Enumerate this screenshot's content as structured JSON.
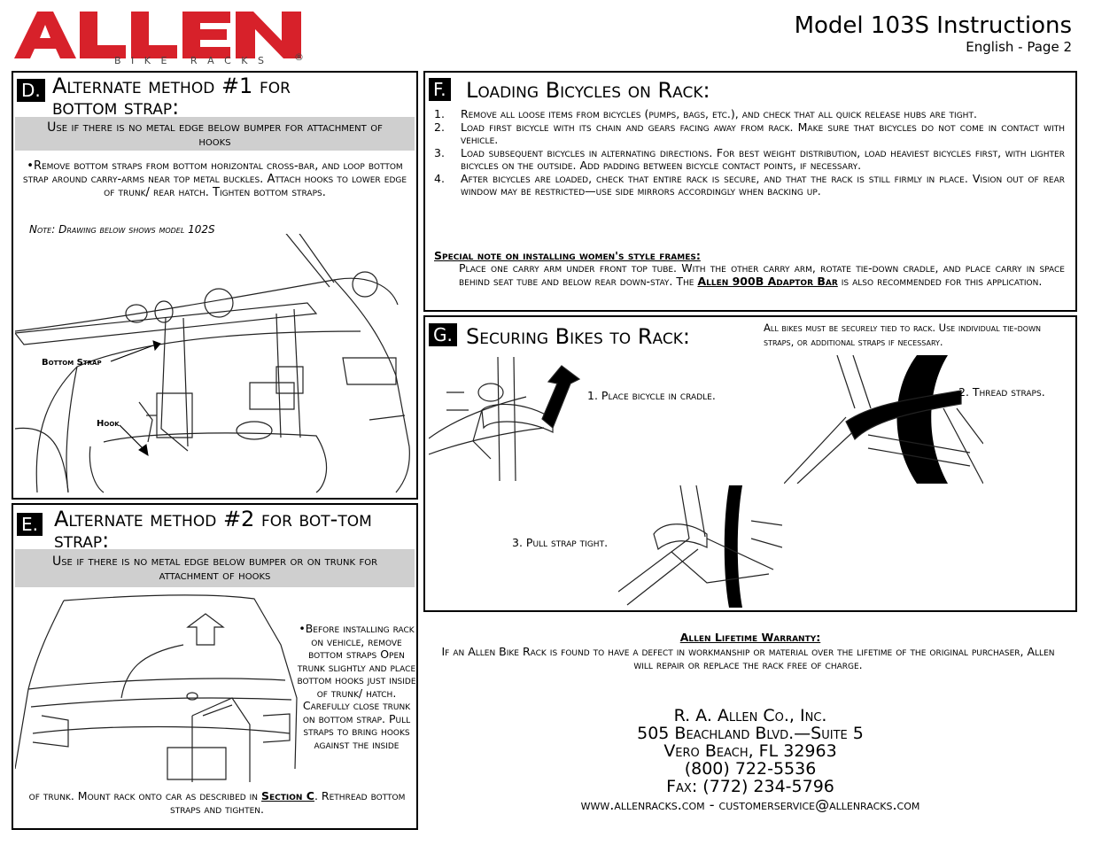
{
  "brand": {
    "name": "ALLEN",
    "tagline": "B I K E   R A C K S",
    "reg": "®",
    "color": "#d7212a"
  },
  "header": {
    "title": "Model 103S Instructions",
    "subtitle": "English - Page 2"
  },
  "section_d": {
    "badge": "D.",
    "title": "Alternate method #1 for bottom strap:",
    "note_bar": "Use if there is no metal edge below bumper for attachment of hooks",
    "body": "•Remove bottom straps from bottom horizontal cross-bar, and loop bottom strap around carry-arms near top metal buckles. Attach hooks to lower edge of trunk/ rear hatch. Tighten bottom straps.",
    "note": "Note: Drawing below shows model 102S",
    "label_strap": "Bottom Strap",
    "label_hook": "Hook"
  },
  "section_e": {
    "badge": "E.",
    "title": "Alternate method #2 for bot-tom strap:",
    "note_bar": "Use if there is no metal edge below bumper or on trunk for attachment of hooks",
    "body_side": "•Before installing rack on vehicle, remove bottom straps Open trunk slightly and place bottom hooks just inside of trunk/ hatch. Carefully close trunk on bottom strap. Pull straps to bring hooks against the inside",
    "body_bottom_a": "of trunk. Mount rack onto car as described in",
    "body_bottom_link": "Section C",
    "body_bottom_b": ". Rethread bottom straps and tighten."
  },
  "section_f": {
    "badge": "F.",
    "title": "Loading Bicycles on Rack:",
    "steps": [
      {
        "num": "1.",
        "text": "Remove all loose items from bicycles (pumps, bags, etc.), and check that all quick release hubs are tight."
      },
      {
        "num": "2.",
        "text": "Load first bicycle with its chain and gears facing away from rack. Make sure that bicycles do not come in contact with vehicle."
      },
      {
        "num": "3.",
        "text": "Load subsequent bicycles in alternating directions. For best weight distribution, load heaviest bicycles first, with lighter bicycles on the outside. Add padding between bicycle contact points, if necessary."
      },
      {
        "num": "4.",
        "text": "After bicycles are loaded, check that entire rack is secure, and that the rack is still firmly in place. Vision out of rear window may be restricted—use side mirrors accordingly when backing up."
      }
    ],
    "special_heading": "Special note on installing women's style frames:",
    "special_a": "Place one carry arm under front top tube. With the other carry arm, rotate tie-down cradle, and place carry in space behind seat tube and below rear down-stay. The",
    "special_bold": "Allen 900B Adaptor Bar",
    "special_b": "is also recommended for this application."
  },
  "section_g": {
    "badge": "G.",
    "title": "Securing Bikes to Rack:",
    "intro": "All bikes must be securely tied to rack. Use individual tie-down straps, or additional straps if necessary.",
    "step1": "1. Place bicycle in cradle.",
    "step2": "2. Thread straps.",
    "step3": "3. Pull strap tight."
  },
  "warranty": {
    "heading": "Allen Lifetime Warranty:",
    "text": "If an Allen Bike Rack is found to have a defect in workmanship or material over the lifetime of the original purchaser, Allen will repair or replace the rack free of charge."
  },
  "contact": {
    "company": "R. A. Allen Co., Inc.",
    "address": "505 Beachland Blvd.—Suite 5",
    "city": "Vero Beach, FL  32963",
    "phone": "(800) 722-5536",
    "fax": "Fax: (772) 234-5796",
    "web": "www.allenracks.com - customerservice@allenracks.com"
  }
}
